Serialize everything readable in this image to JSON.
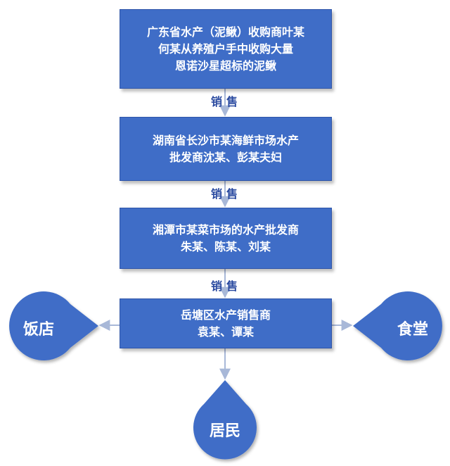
{
  "boxes": [
    {
      "lines": [
        "广东省水产（泥鳅）收购商叶某",
        "何某从养殖户手中收购大量",
        "恩诺沙星超标的泥鳅"
      ]
    },
    {
      "lines": [
        "湖南省长沙市某海鲜市场水产",
        "批发商沈某、彭某夫妇"
      ]
    },
    {
      "lines": [
        "湘潭市某菜市场的水产批发商",
        "朱某、陈某、刘某"
      ]
    },
    {
      "lines": [
        "岳塘区水产销售商",
        "袁某、谭某"
      ]
    }
  ],
  "edge_labels": [
    "销售",
    "销售",
    "销售"
  ],
  "destinations": {
    "left": "饭店",
    "right": "食堂",
    "bottom": "居民"
  },
  "colors": {
    "box_fill": "#3f6dc7",
    "drop_fill": "#3f6dc7",
    "arrow": "#a8b8d8",
    "label_text": "#2a4aa0"
  }
}
